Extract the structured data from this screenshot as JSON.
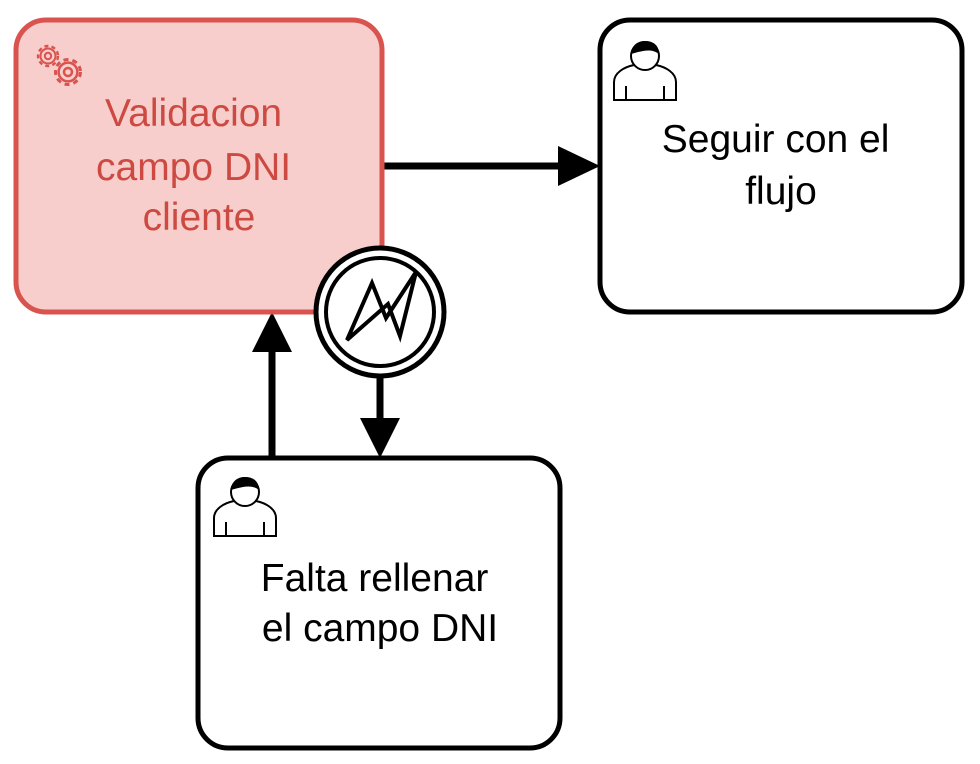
{
  "diagram": {
    "tasks": [
      {
        "id": "validacion",
        "type": "service-task",
        "lines": [
          "Validacion",
          "campo DNI",
          "cliente"
        ],
        "icon": "gears-icon"
      },
      {
        "id": "seguir",
        "type": "user-task",
        "lines": [
          "Seguir con el",
          "flujo"
        ],
        "icon": "user-icon"
      },
      {
        "id": "falta",
        "type": "user-task",
        "lines": [
          "Falta rellenar",
          "el campo DNI"
        ],
        "icon": "user-icon"
      }
    ],
    "boundary_event": {
      "type": "error",
      "icon": "lightning-icon"
    },
    "colors": {
      "service_task_fill": "#f8cecc",
      "service_task_stroke": "#d9534f",
      "service_task_text": "#cc4a42",
      "stroke": "#000000",
      "fill": "#ffffff"
    }
  }
}
